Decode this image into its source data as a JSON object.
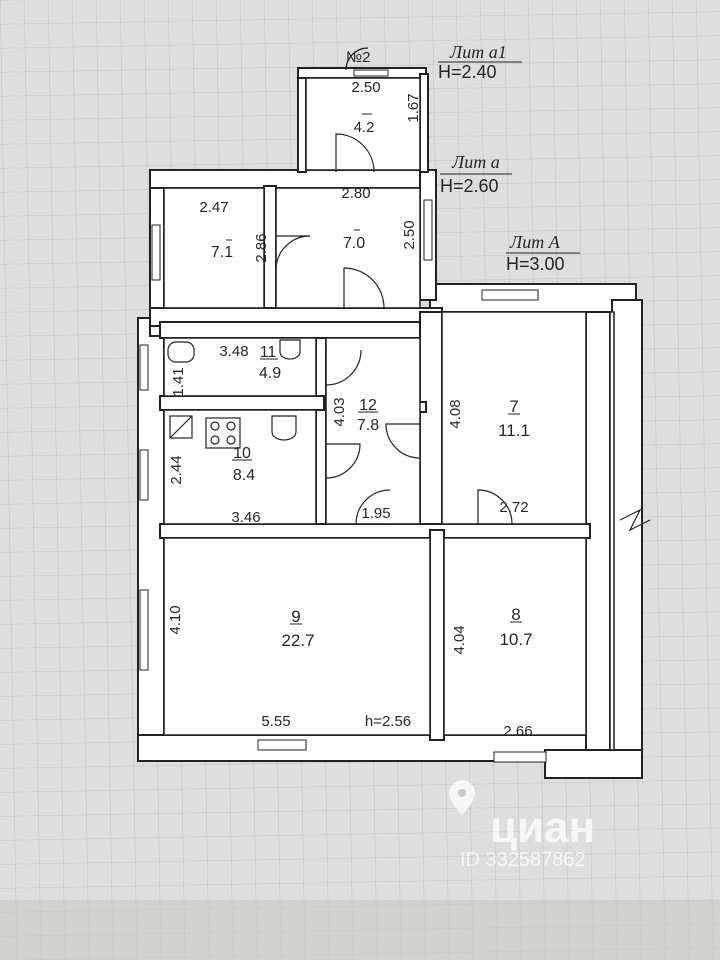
{
  "labels": {
    "lit_a1": "Лит а1",
    "lit_a1_h": "H=2.40",
    "lit_a": "Лит а",
    "lit_a_h": "H=2.60",
    "lit_A": "Лит А",
    "lit_A_h": "H=3.00",
    "porch_no": "№2"
  },
  "dimensions": {
    "porch_width": "2.50",
    "porch_depth": "1.67",
    "porch_area": "4.2",
    "r71_width": "2.47",
    "r71_depth": "2.86",
    "r70_width": "2.80",
    "r70_depth": "2.50",
    "r11_width": "3.48",
    "r11_depth": "1.41",
    "r12_depth": "4.03",
    "r12_width": "1.95",
    "r10_depth": "2.44",
    "r10_width": "3.46",
    "r7_depth": "4.08",
    "r7_width": "2.72",
    "r9_depth": "4.10",
    "r9_width": "5.55",
    "r9_height": "h=2.56",
    "r8_depth": "4.04",
    "r8_width": "2.66"
  },
  "rooms": [
    {
      "id": "7",
      "area": "11.1"
    },
    {
      "id": "8",
      "area": "10.7"
    },
    {
      "id": "9",
      "area": "22.7"
    },
    {
      "id": "10",
      "area": "8.4"
    },
    {
      "id": "11",
      "area": "4.9"
    },
    {
      "id": "12",
      "area": "7.8"
    },
    {
      "id": "",
      "area": "7.1"
    },
    {
      "id": "",
      "area": "7.0"
    }
  ],
  "watermark": {
    "brand": "циан",
    "id": "ID 332587862"
  }
}
